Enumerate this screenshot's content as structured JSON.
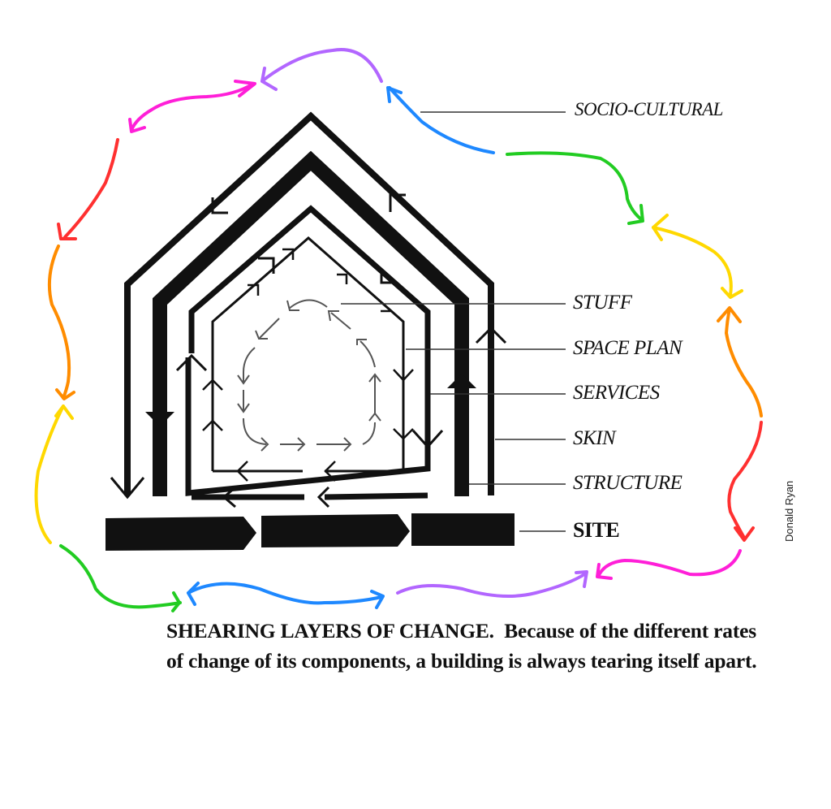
{
  "diagram": {
    "title": "Shearing Layers of Change",
    "layers": [
      {
        "id": "socio-cultural",
        "label": "SOCIO-CULTURAL",
        "style": "italic"
      },
      {
        "id": "stuff",
        "label": "STUFF",
        "style": "italic"
      },
      {
        "id": "space-plan",
        "label": "SPACE PLAN",
        "style": "italic"
      },
      {
        "id": "services",
        "label": "SERVICES",
        "style": "italic"
      },
      {
        "id": "skin",
        "label": "SKIN",
        "style": "italic"
      },
      {
        "id": "structure",
        "label": "STRUCTURE",
        "style": "italic"
      },
      {
        "id": "site",
        "label": "SITE",
        "style": "upright"
      }
    ],
    "credit": "Donald Ryan",
    "annotation_ring_colors": [
      "#1e88ff",
      "#b266ff",
      "#ff1fd8",
      "#ff3030",
      "#ff8c00",
      "#ffd800",
      "#22cc22"
    ]
  },
  "caption": {
    "lead": "SHEARING LAYERS OF CHANGE.",
    "body": "Because of the different rates of change of its components, a building is always tearing itself apart."
  }
}
